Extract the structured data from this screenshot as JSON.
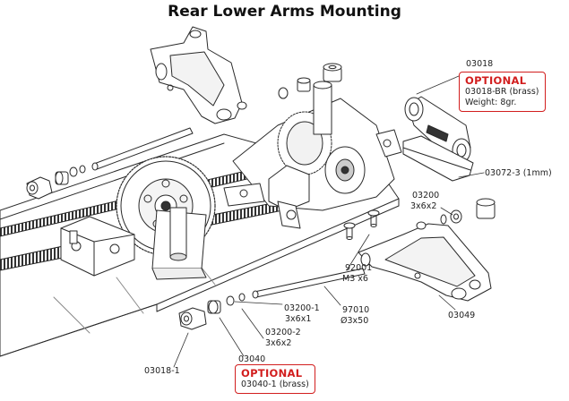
{
  "title": "Rear Lower Arms Mounting",
  "labels": {
    "p03018": "03018",
    "p03072_3": "03072-3 (1mm)",
    "p03200_top_a": "03200",
    "p03200_top_b": "3x6x2",
    "p92001_a": "92001",
    "p92001_b": "M3 x6",
    "p97010_a": "97010",
    "p97010_b": "Ø3x50",
    "p03049": "03049",
    "p03200_1_a": "03200-1",
    "p03200_1_b": "3x6x1",
    "p03200_2_a": "03200-2",
    "p03200_2_b": "3x6x2",
    "p03040": "03040",
    "p03018_1": "03018-1"
  },
  "optional_top": {
    "heading": "OPTIONAL",
    "line1": "03018-BR (brass)",
    "line2": "Weight: 8gr."
  },
  "optional_bottom": {
    "heading": "OPTIONAL",
    "line1": "03040-1 (brass)"
  },
  "colors": {
    "optional_accent": "#d21e1e",
    "line_art": "#2a2a2a"
  }
}
